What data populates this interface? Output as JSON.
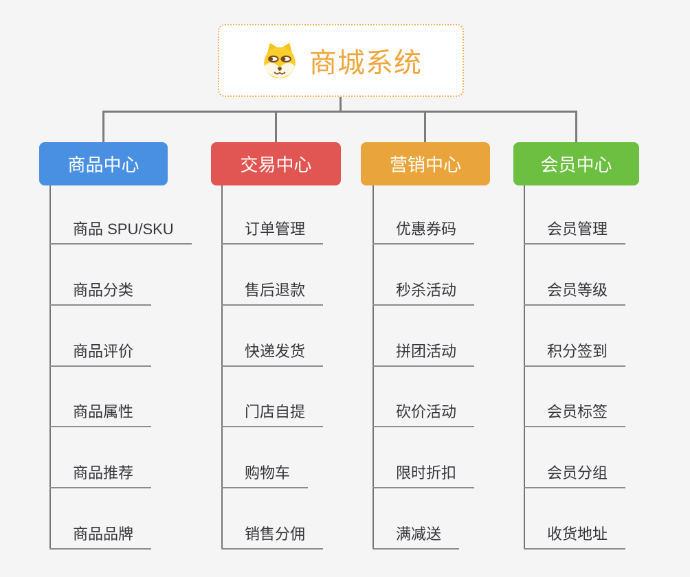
{
  "root": {
    "label": "商城系统",
    "icon": "shiba-dog-icon",
    "accent_color": "#F0A63D",
    "border_color": "#F2B45F",
    "background": "#FFFFFF"
  },
  "canvas": {
    "background": "#F5F5F6",
    "connector_color": "#7C7C7C",
    "underline_color": "#8C8C8C",
    "leaf_text_color": "#35353A"
  },
  "branches": [
    {
      "label": "商品中心",
      "color": "#4A90E2",
      "children": [
        "商品 SPU/SKU",
        "商品分类",
        "商品评价",
        "商品属性",
        "商品推荐",
        "商品品牌"
      ]
    },
    {
      "label": "交易中心",
      "color": "#E15552",
      "children": [
        "订单管理",
        "售后退款",
        "快递发货",
        "门店自提",
        "购物车",
        "销售分佣"
      ]
    },
    {
      "label": "营销中心",
      "color": "#E9A53C",
      "children": [
        "优惠券码",
        "秒杀活动",
        "拼团活动",
        "砍价活动",
        "限时折扣",
        "满减送"
      ]
    },
    {
      "label": "会员中心",
      "color": "#6CBF40",
      "children": [
        "会员管理",
        "会员等级",
        "积分签到",
        "会员标签",
        "会员分组",
        "收货地址"
      ]
    }
  ]
}
